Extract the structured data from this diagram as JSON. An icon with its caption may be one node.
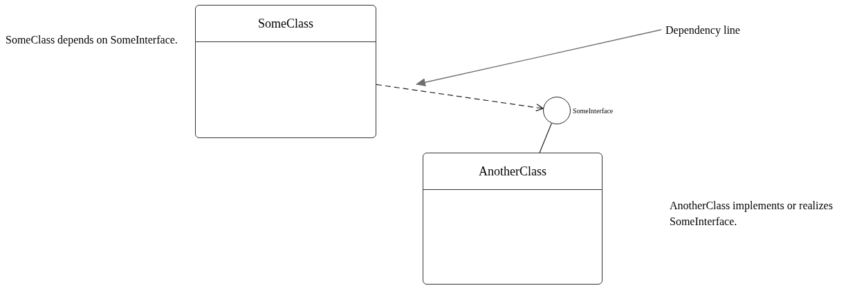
{
  "diagram": {
    "nodes": [
      {
        "text": [
          "SomeClass"
        ]
      },
      {
        "text": [],
        "shape": "circle",
        "beside": [
          "SomeInterface"
        ]
      },
      {
        "text": [
          "AnotherClass"
        ]
      },
      {
        "text": [
          "Dependency line"
        ]
      }
    ],
    "edges": [
      {
        "from": 0,
        "to": 1,
        "arrow": "to",
        "style": "dashed"
      },
      {
        "from": 1,
        "to": 2,
        "arrow": "none"
      },
      {
        "from": 3,
        "to": null,
        "arrow": "to",
        "color": "#6e6e6e"
      }
    ],
    "labels": [
      "SomeClass depends on SomeInterface.",
      "AnotherClass implements or realizes SomeInterface."
    ]
  }
}
